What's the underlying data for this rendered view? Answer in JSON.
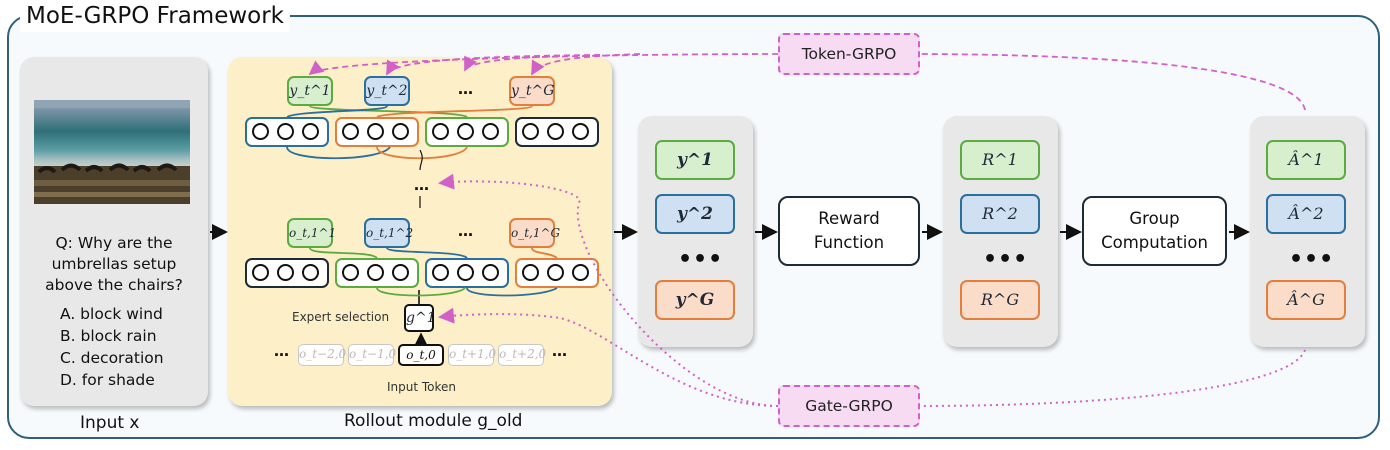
{
  "framework_title": "MoE-GRPO Framework",
  "input": {
    "question_lines": [
      "Q: Why are the",
      "umbrellas setup",
      "above the chairs?"
    ],
    "options": [
      "A. block wind",
      "B. block rain",
      "C. decoration",
      "D. for shade"
    ],
    "caption": "Input x"
  },
  "rollout": {
    "caption": "Rollout module g_old",
    "outputs_top": [
      "y_t^1",
      "y_t^2",
      "…",
      "y_t^G"
    ],
    "outputs_bottom": [
      "o_t,1^1",
      "o_t,1^2",
      "…",
      "o_t,1^G"
    ],
    "middle_dots": "…",
    "expert_selection_label": "Expert selection",
    "gate_label": "g^1",
    "input_token_label": "Input Token",
    "tokens": [
      "o_t−2,0",
      "o_t−1,0",
      "o_t,0",
      "o_t+1,0",
      "o_t+2,0"
    ],
    "token_dots_left": "…",
    "token_dots_right": "…"
  },
  "outputs_panel": {
    "items": [
      "y^1",
      "y^2",
      "•••",
      "y^G"
    ]
  },
  "reward_function": {
    "line1": "Reward",
    "line2": "Function"
  },
  "rewards_panel": {
    "items": [
      "R^1",
      "R^2",
      "•••",
      "R^G"
    ]
  },
  "group_computation": {
    "line1": "Group",
    "line2": "Computation"
  },
  "advantages_panel": {
    "items": [
      "Â^1",
      "Â^2",
      "•••",
      "Â^G"
    ]
  },
  "token_grpo": "Token-GRPO",
  "gate_grpo": "Gate-GRPO",
  "colors": {
    "green": "#5cab41",
    "blue": "#2b6f9e",
    "orange": "#e27f3d",
    "dark": "#1c2b36",
    "magenta": "#d161c8"
  }
}
